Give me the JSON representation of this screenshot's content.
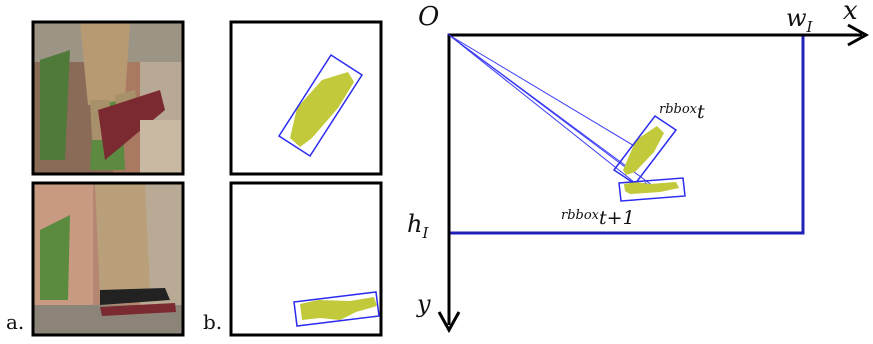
{
  "panel_labels": {
    "a": "a.",
    "b": "b."
  },
  "coordinate_frame": {
    "origin": "O",
    "x_axis": "x",
    "y_axis": "y",
    "width": "w",
    "width_sub": "I",
    "height": "h",
    "height_sub": "I"
  },
  "boxes": {
    "current": {
      "base": "rbbox",
      "sub": "t"
    },
    "next": {
      "base": "rbbox",
      "sub": "t+1"
    }
  },
  "colors": {
    "box_outline": "#2c2cf0",
    "image_frame": "#2121b8",
    "mask_fill": "#c2c93a",
    "axis": "#000000",
    "ray": "#3a3af5"
  }
}
